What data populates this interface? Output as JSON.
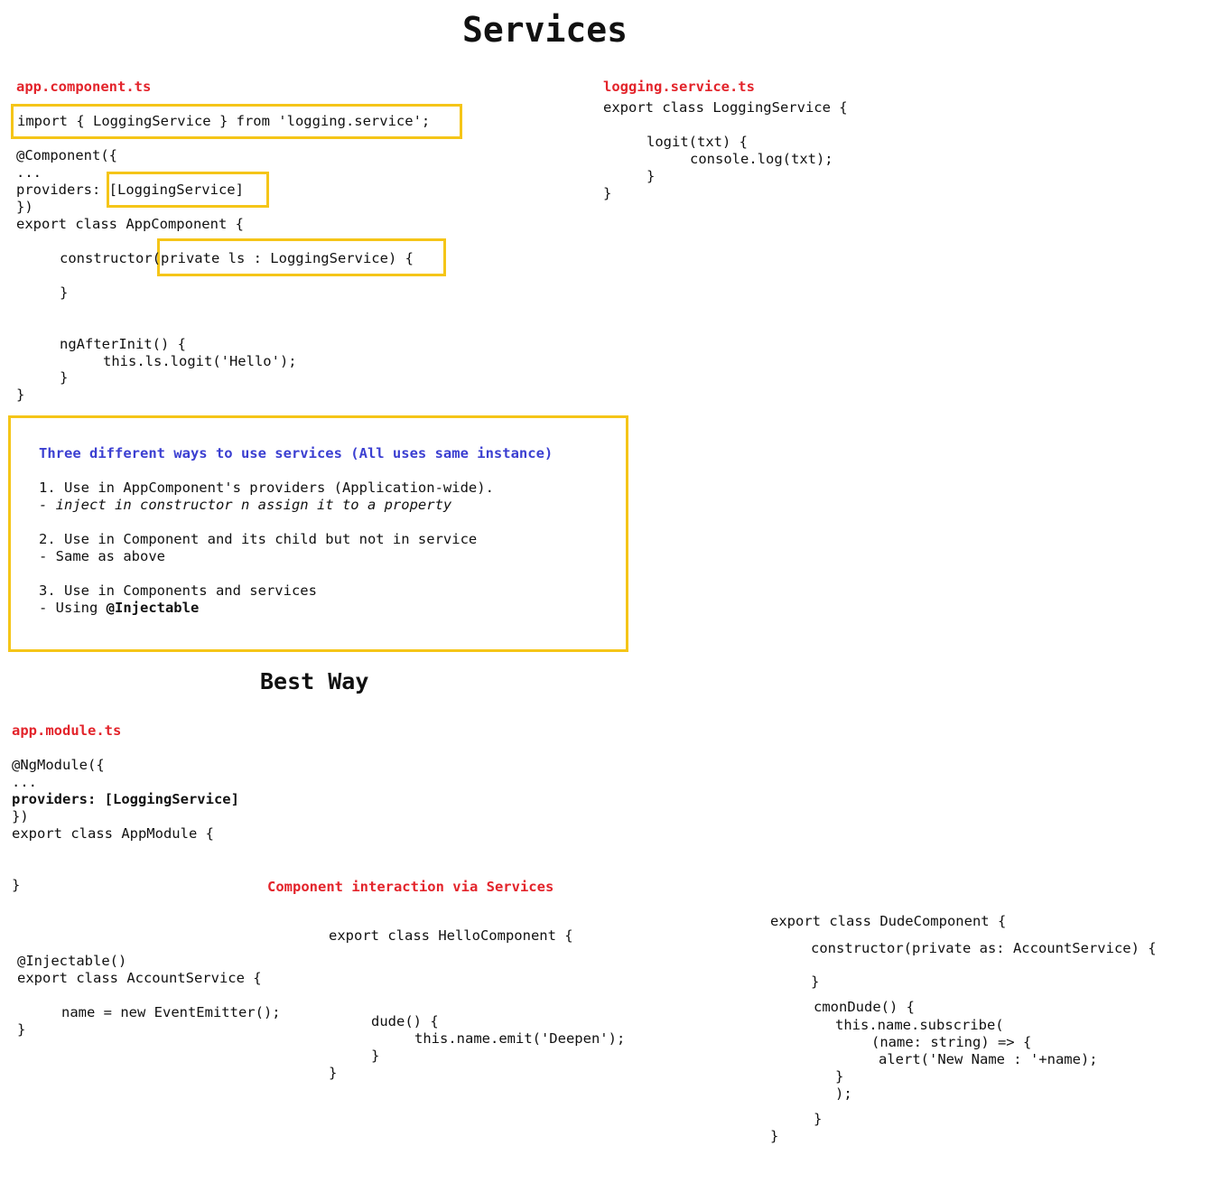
{
  "title": "Services",
  "app_component": {
    "filename": "app.component.ts",
    "lines": [
      "import { LoggingService } from 'logging.service';",
      "@Component({",
      "...",
      "providers: [LoggingService]",
      "})",
      "export class AppComponent {",
      "constructor(private ls : LoggingService) {",
      "}",
      "ngAfterInit() {",
      "this.ls.logit('Hello');",
      "}",
      "}"
    ]
  },
  "logging_service": {
    "filename": "logging.service.ts",
    "lines": [
      "export class LoggingService {",
      "logit(txt) {",
      "console.log(txt);",
      "}",
      "}"
    ]
  },
  "info_box": {
    "heading": "Three different ways to use services (All uses same instance)",
    "items": [
      "1. Use in AppComponent's providers (Application-wide).",
      "- inject in constructor n assign it to a property",
      "2. Use in Component and its child but not in service",
      "- Same as above",
      "3. Use in Components and services",
      "- Using ",
      "@Injectable"
    ]
  },
  "best_way": {
    "title": "Best Way",
    "filename": "app.module.ts",
    "lines": [
      "@NgModule({",
      "...",
      "providers: [LoggingService]",
      "})",
      "export class AppModule {",
      "}"
    ]
  },
  "interaction": {
    "title": "Component interaction via Services",
    "account_service": [
      "@Injectable()",
      "export class AccountService {",
      "name = new EventEmitter();",
      "}"
    ],
    "hello_component": [
      "export class HelloComponent {",
      "dude() {",
      "this.name.emit('Deepen');",
      "}",
      "}"
    ],
    "dude_component": [
      "export class DudeComponent {",
      "constructor(private as: AccountService) {",
      "}",
      "cmonDude() {",
      "this.name.subscribe(",
      "(name: string) => {",
      "alert('New Name : '+name);",
      "}",
      ");",
      "}",
      "}"
    ]
  },
  "colors": {
    "filename": "#e3242b",
    "highlight_border": "#f5c518",
    "box_heading": "#3b3fd1"
  }
}
